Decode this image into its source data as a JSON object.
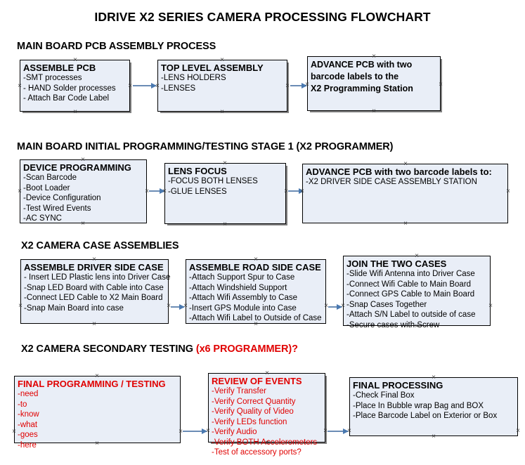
{
  "document": {
    "title": "IDRIVE X2  SERIES CAMERA PROCESSING FLOWCHART"
  },
  "colors": {
    "node_fill": "#e9eef7",
    "node_border": "#000000",
    "node_shadow": "#808080",
    "connector": "#6b8cb5",
    "arrowhead": "#4a79b0",
    "text": "#000000",
    "accent_red": "#e00000",
    "background": "#ffffff"
  },
  "sections": [
    {
      "id": "main-board-pcb-assembly",
      "heading": "MAIN BOARD PCB ASSEMBLY PROCESS",
      "heading_accent": "",
      "nodes": [
        {
          "id": "assemble-pcb",
          "title": "ASSEMBLE PCB",
          "lines": [
            "-SMT processes",
            "- HAND Solder processes",
            "- Attach Bar Code Label"
          ],
          "style": "normal"
        },
        {
          "id": "top-level-assembly",
          "title": "TOP LEVEL ASSEMBLY",
          "lines": [
            "-LENS HOLDERS",
            "-LENSES"
          ],
          "style": "normal"
        },
        {
          "id": "advance-pcb-to-programming-station",
          "title": "ADVANCE PCB with two",
          "lines": [
            "barcode labels to the",
            " X2 Programming Station"
          ],
          "style": "bold-body"
        }
      ]
    },
    {
      "id": "main-board-initial-programming",
      "heading": "MAIN BOARD INITIAL PROGRAMMING/TESTING STAGE 1 (X2 PROGRAMMER)",
      "heading_accent": "",
      "nodes": [
        {
          "id": "device-programming",
          "title": "DEVICE PROGRAMMING",
          "lines": [
            "-Scan Barcode",
            "-Boot Loader",
            "-Device Configuration",
            "-Test Wired Events",
            "-AC SYNC"
          ],
          "style": "normal"
        },
        {
          "id": "lens-focus",
          "title": "LENS FOCUS",
          "lines": [
            "-FOCUS BOTH LENSES",
            "-GLUE LENSES"
          ],
          "style": "normal"
        },
        {
          "id": "advance-pcb-to-driver-side-case",
          "title": "ADVANCE PCB with two barcode labels to:",
          "lines": [
            "-X2 DRIVER  SIDE  CASE  ASSEMBLY STATION"
          ],
          "style": "normal"
        }
      ]
    },
    {
      "id": "x2-camera-case-assemblies",
      "heading": "X2 CAMERA CASE ASSEMBLIES",
      "heading_accent": "",
      "nodes": [
        {
          "id": "assemble-driver-side-case",
          "title": "ASSEMBLE DRIVER SIDE CASE",
          "lines": [
            "- Insert LED Plastic lens into Driver Case",
            "-Snap LED Board with Cable into Case",
            "-Connect LED Cable to X2 Main Board",
            "-Snap Main Board into case"
          ],
          "style": "normal"
        },
        {
          "id": "assemble-road-side-case",
          "title": "ASSEMBLE ROAD SIDE CASE",
          "lines": [
            "-Attach Support Spur to Case",
            "-Attach Windshield Support",
            "-Attach Wifi Assembly to Case",
            "-Insert GPS Module into Case",
            "-Attach Wifi Label to Outside of Case"
          ],
          "style": "normal"
        },
        {
          "id": "join-the-two-cases",
          "title": "JOIN THE TWO CASES",
          "lines": [
            "-Slide Wifi Antenna into Driver Case",
            "-Connect Wifi Cable to Main Board",
            "-Connect GPS Cable to Main Board",
            "-Snap Cases Together",
            "-Attach S/N Label to outside of case",
            "-Secure cases with Screw"
          ],
          "style": "normal"
        }
      ]
    },
    {
      "id": "x2-camera-secondary-testing",
      "heading": "X2 CAMERA SECONDARY TESTING ",
      "heading_accent": "(x6 PROGRAMMER)?",
      "nodes": [
        {
          "id": "final-programming-testing",
          "title": "FINAL PROGRAMMING / TESTING",
          "lines": [
            "-need",
            "-to",
            "-know",
            "-what",
            "-goes",
            "-here"
          ],
          "style": "red"
        },
        {
          "id": "review-of-events",
          "title": "REVIEW OF EVENTS",
          "lines": [
            "-Verify Transfer",
            "-Verify Correct Quantity",
            "-Verify Quality of Video",
            "-Verify LEDs function",
            "-Verify Audio",
            "-Verify BOTH Accelerometers",
            "-Test of accessory ports?"
          ],
          "style": "red"
        },
        {
          "id": "final-processing",
          "title": "FINAL PROCESSING",
          "lines": [
            " -Check Final Box",
            "-Place In Bubble wrap Bag and BOX",
            "-Place Barcode Label on Exterior or Box"
          ],
          "style": "normal"
        }
      ]
    }
  ]
}
